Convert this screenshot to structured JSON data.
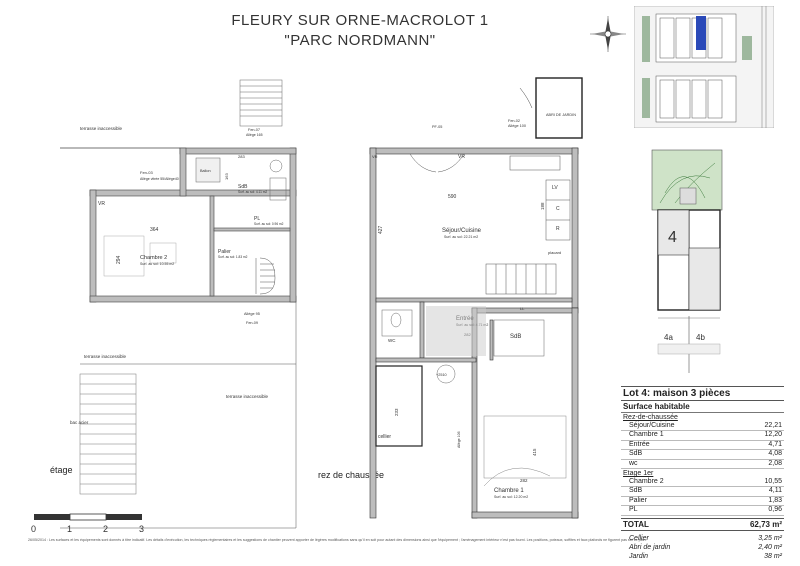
{
  "header": {
    "title_line1": "FLEURY SUR ORNE-MACROLOT 1",
    "title_line2": "\"PARC NORDMANN\""
  },
  "plan_labels": {
    "etage": "étage",
    "rez": "rez de chaussée",
    "terrasse_top": "terrasse inaccessible",
    "terrasse_bottom": "terrasse inaccessible",
    "bac_acier": "bac acier",
    "fen03": "Fen-03",
    "allege_fen03": "Allège vitrée 55/Allège40",
    "fen07": "Fen-07",
    "allege_165": "Allège 165",
    "vr": "VR",
    "ballon": "Ballon",
    "chambre2": "Chambre 2",
    "chambre2_area": "Surf. au sol: 10.55 m2",
    "dim_364": "364",
    "dim_294": "294",
    "dim_283": "283",
    "dim_163": "163",
    "sdb_up": "SdB",
    "sdb_up_area": "Surf. au sol: 4.11 m2",
    "pl": "PL",
    "pl_area": "Surf. au sol: 0.96 m2",
    "palier": "Palier",
    "palier_area": "Surf. au sol: 1.83 m2",
    "fen09": "Fen-09",
    "allege_95": "Allège 95",
    "pf05": "PF-05",
    "fen02": "Fen-02",
    "allege_100": "Allège 100",
    "abri": "ABRI DE JARDIN",
    "dim_590": "590",
    "dim_427": "427",
    "dim_188": "188",
    "sejour": "Séjour/Cuisine",
    "sejour_area": "Surf. au sol: 22.21 m2",
    "lv": "LV",
    "c": "C",
    "r": "R",
    "placard": "placard",
    "entree": "Entrée",
    "entree_area": "Surf. au sol: 4.71 m2",
    "dim_282": "282",
    "sdb_down": "SdB",
    "wc": "WC",
    "ll": "LL",
    "dim_233": "233",
    "cellier": "cellier",
    "chambre1": "Chambre 1",
    "chambre1_area": "Surf. au sol: 12.20 m2",
    "dim_415": "415",
    "dim_282b": "282",
    "dim_2510": "+2510",
    "allege_106": "Allège 106",
    "lot_number": "4",
    "lot_4a": "4a",
    "lot_4b": "4b"
  },
  "scale": {
    "ticks": [
      "0",
      "1",
      "2",
      "3"
    ]
  },
  "panel": {
    "lot_title": "Lot 4:   maison 3 pièces",
    "surface_title": "Surface habitable",
    "rdc_title": "Rez-de-chaussée",
    "rdc_rows": [
      {
        "label": "Séjour/Cuisine",
        "value": "22,21"
      },
      {
        "label": "Chambre 1",
        "value": "12,20"
      },
      {
        "label": "Entrée",
        "value": "4,71"
      },
      {
        "label": "SdB",
        "value": "4,08"
      },
      {
        "label": "wc",
        "value": "2,08"
      }
    ],
    "etage_title": "Etage 1er",
    "etage_rows": [
      {
        "label": "Chambre 2",
        "value": "10,55"
      },
      {
        "label": "SdB",
        "value": "4,11"
      },
      {
        "label": "Palier",
        "value": "1,83"
      },
      {
        "label": "PL",
        "value": "0,96"
      }
    ],
    "total_label": "TOTAL",
    "total_value": "62,73 m²",
    "extras": [
      {
        "label": "Cellier",
        "value": "3,25 m²"
      },
      {
        "label": "Abri de jardin",
        "value": "2,40 m²"
      },
      {
        "label": "Jardin",
        "value": "38 m²"
      }
    ]
  },
  "footnote": "26/05/2014 : Les surfaces et les équipements sont donnés à titre indicatif. Les détails d'exécution, les techniques réglementaires et les suggestions de chantier peuvent apporter de légères modifications sans qu'il en soit pour autant des dimensions ainsi que l'équipement ; l'aménagement intérieur n'est pas fourni. Les positions, poteaux, soffites et faux plafonds ne figurent pas sur ce plan."
}
